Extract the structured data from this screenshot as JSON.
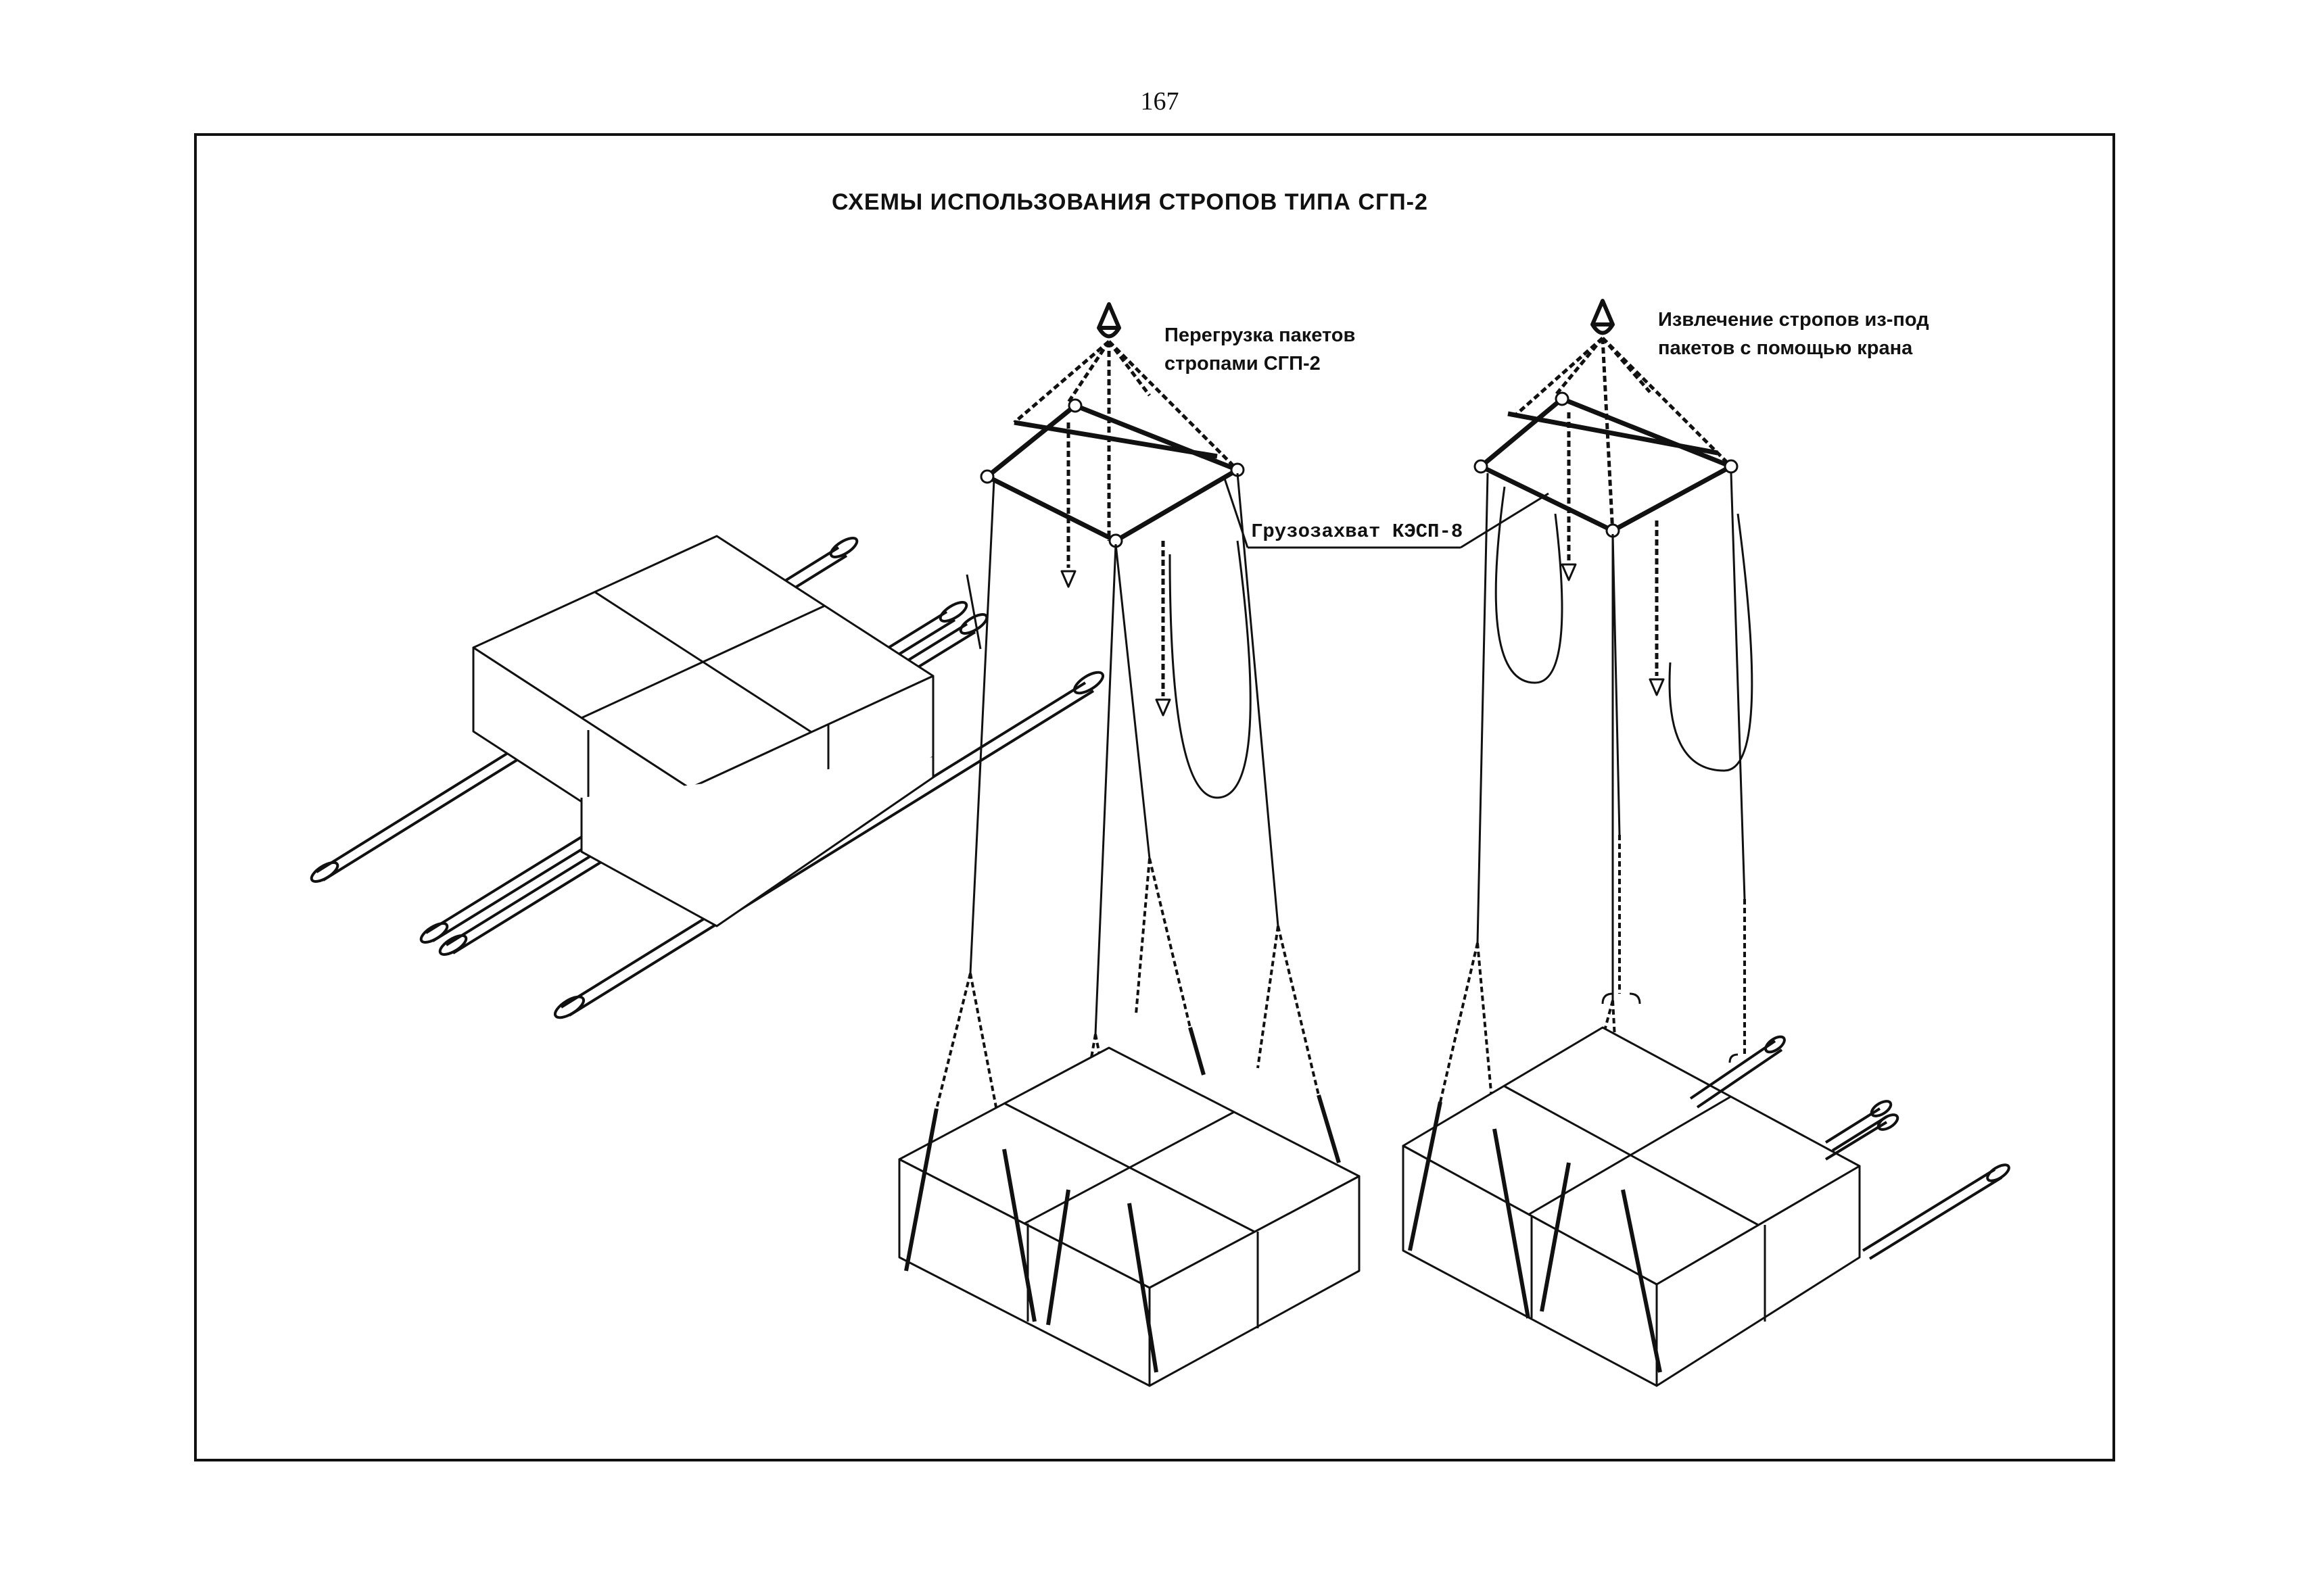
{
  "page_number": "167",
  "title": "СХЕМЫ ИСПОЛЬЗОВАНИЯ СТРОПОВ ТИПА СГП-2",
  "labels": {
    "transfer": [
      "Перегрузка пакетов",
      "стропами СГП-2"
    ],
    "extraction": [
      "Извлечение стропов из-под",
      "пакетов с помощью крана"
    ],
    "grip": "Грузозахват КЭСП-8"
  }
}
